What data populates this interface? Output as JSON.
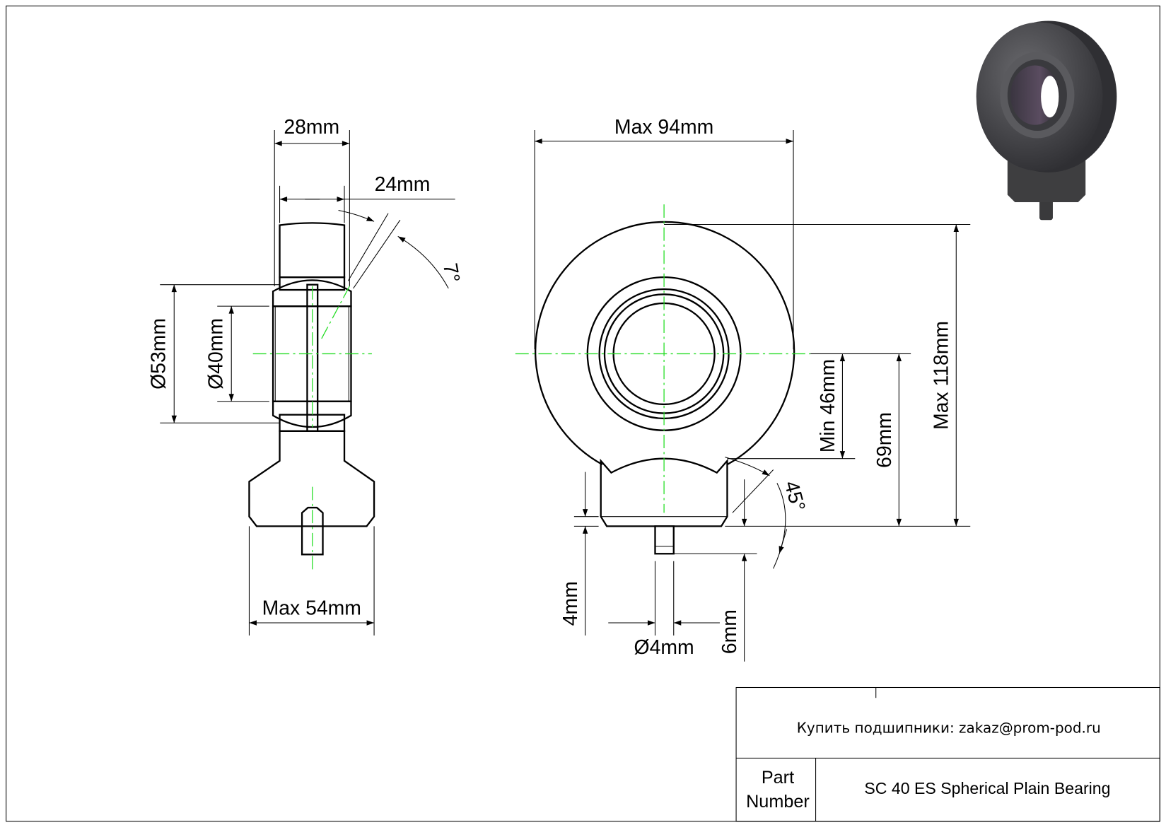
{
  "side_view": {
    "width_28": "28mm",
    "width_24": "24mm",
    "tilt_angle": "7°",
    "outer_diameter": "Ø53mm",
    "bore_diameter": "Ø40mm",
    "max_width": "Max 54mm"
  },
  "front_view": {
    "max_width": "Max 94mm",
    "max_height": "Max 118mm",
    "center_height": "69mm",
    "min_thread": "Min 46mm",
    "chamfer_angle": "45°",
    "base_offset": "4mm",
    "pin_diameter": "Ø4mm",
    "pin_length": "6mm"
  },
  "title_block": {
    "contact": "Купить подшипники: zakaz@prom-pod.ru",
    "part_label_line1": "Part",
    "part_label_line2": "Number",
    "part_number": "SC 40 ES Spherical Plain Bearing"
  },
  "colors": {
    "centerline": "#22dd22",
    "line": "#000000",
    "render": "#4a4a4c"
  }
}
